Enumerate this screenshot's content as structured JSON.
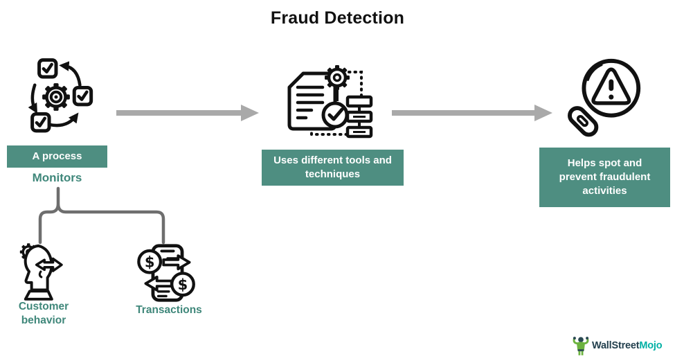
{
  "title": "Fraud Detection",
  "colors": {
    "label_box_green": "#4e8e81",
    "label_text_teal": "#3f877a",
    "flow_arrow_gray": "#a9a9a9",
    "bracket_gray": "#6e6e6e",
    "icon_line_black": "#111111",
    "logo_navy": "#23404e",
    "logo_teal": "#00b0a4",
    "logo_green": "#6cb33f"
  },
  "nodes": [
    {
      "id": "process",
      "icon": "process-cycle-icon",
      "label": "A process",
      "sublabel": "Monitors"
    },
    {
      "id": "tools",
      "icon": "document-gear-checklist-icon",
      "label": "Uses different tools and techniques"
    },
    {
      "id": "result",
      "icon": "magnifier-warning-icon",
      "label": "Helps spot and prevent fraudulent activities"
    }
  ],
  "monitors_children": [
    {
      "id": "customer-behavior",
      "icon": "customer-behavior-icon",
      "label": "Customer behavior"
    },
    {
      "id": "transactions",
      "icon": "money-transactions-icon",
      "label": "Transactions"
    }
  ],
  "icons": {
    "dollar": "$"
  },
  "logo": {
    "part1": "WallStreet",
    "part2": "Mojo"
  }
}
